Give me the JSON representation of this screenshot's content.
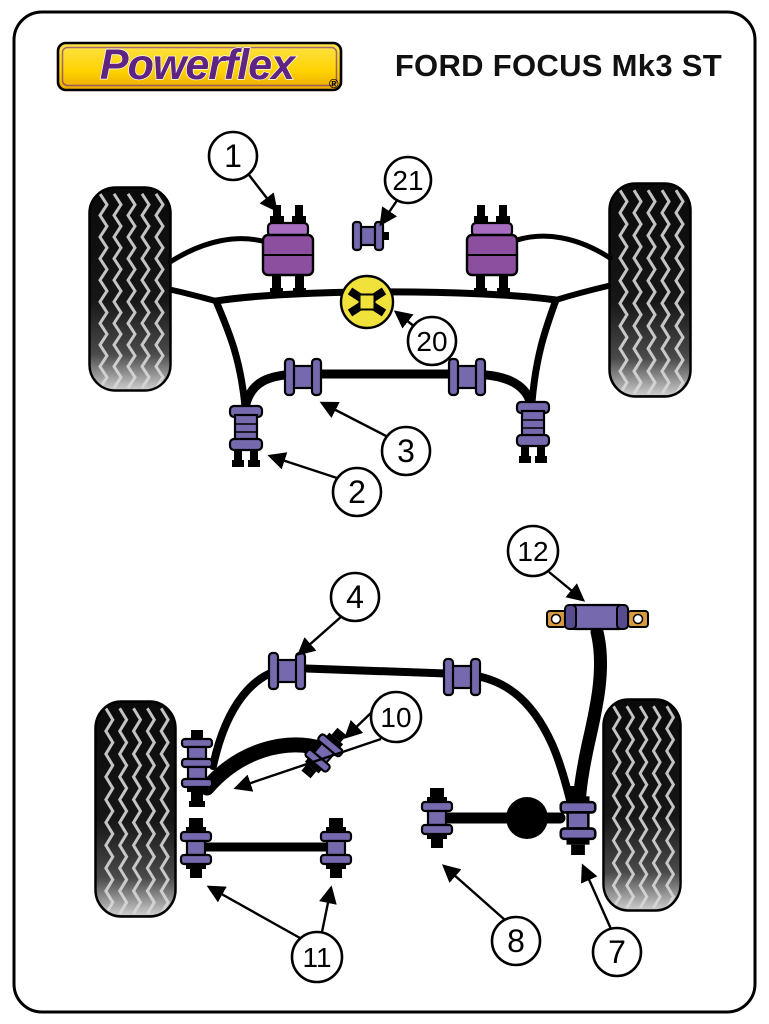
{
  "header": {
    "brand": "Powerflex",
    "registered": "®",
    "title": "FORD FOCUS Mk3 ST"
  },
  "front_diagram": {
    "callout_numbers": [
      "1",
      "21",
      "20",
      "3",
      "2"
    ]
  },
  "rear_diagram": {
    "callout_numbers": [
      "12",
      "4",
      "10",
      "11",
      "8",
      "7"
    ]
  },
  "colors": {
    "ink": "#000000",
    "paper": "#ffffff",
    "bushing-purple": "#7669ae",
    "bushing-dark": "#584a8e",
    "mount-purple": "#8c4fa0",
    "mount-light": "#a66cc0",
    "bracket-tan": "#d89a3f",
    "part-yellow": "#f1e13b",
    "logo-yellow": "#ffd200",
    "logo-purple": "#5f2382"
  }
}
